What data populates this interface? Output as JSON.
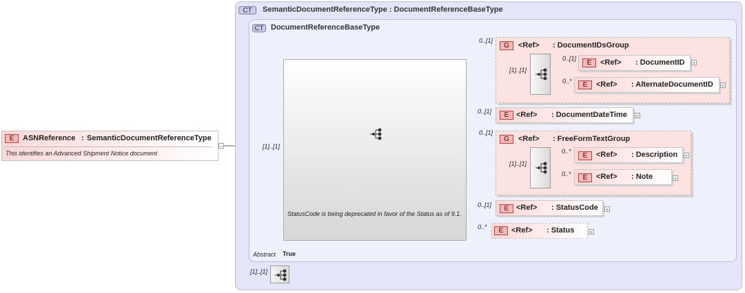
{
  "root": {
    "badge": "E",
    "name": "ASNReference",
    "sep": ":",
    "type": "SemanticDocumentReferenceType",
    "doc": "This identifies an Advanced Shipment Notice document",
    "collapse": "−"
  },
  "outer_type": {
    "badge": "CT",
    "title": "SemanticDocumentReferenceType : DocumentReferenceBaseType",
    "seq_card": "[1]..[1]"
  },
  "inner_type": {
    "badge": "CT",
    "title": "DocumentReferenceBaseType",
    "main_card": "[1]..[1]",
    "annotation": "StatusCode is being deprecated in favor of the Status as of 9.1.",
    "abstract_label": "Abstract",
    "abstract_value": "True"
  },
  "items": {
    "ids_group": {
      "badge": "G",
      "ref": "<Ref>",
      "name": ": DocumentIDsGroup",
      "card": "0..[1]",
      "seq_card": "[1]..[1]"
    },
    "document_id": {
      "badge": "E",
      "ref": "<Ref>",
      "name": ": DocumentID",
      "card": "0..[1]",
      "plus": "+"
    },
    "alternate_document_id": {
      "badge": "E",
      "ref": "<Ref>",
      "name": ": AlternateDocumentID",
      "card": "0..*",
      "plus": "+"
    },
    "document_date_time": {
      "badge": "E",
      "ref": "<Ref>",
      "name": ": DocumentDateTime",
      "card": "0..[1]",
      "plus": "+"
    },
    "free_form_group": {
      "badge": "G",
      "ref": "<Ref>",
      "name": ": FreeFormTextGroup",
      "card": "0..[1]",
      "seq_card": "[1]..[1]"
    },
    "description": {
      "badge": "E",
      "ref": "<Ref>",
      "name": ": Description",
      "card": "0..*",
      "plus": "+"
    },
    "note": {
      "badge": "E",
      "ref": "<Ref>",
      "name": ": Note",
      "card": "0..*",
      "plus": "+"
    },
    "status_code": {
      "badge": "E",
      "ref": "<Ref>",
      "name": ": StatusCode",
      "card": "0..[1]",
      "plus": "+"
    },
    "status": {
      "badge": "E",
      "ref": "<Ref>",
      "name": ": Status",
      "card": "0..*",
      "plus": "+"
    }
  },
  "colors": {
    "element_fill": "#fcd8d8",
    "group_fill": "#fde2e2",
    "type_fill": "#e4e5f9"
  },
  "icons": [
    "sequence-icon",
    "expand-plus-icon",
    "collapse-minus-icon"
  ]
}
